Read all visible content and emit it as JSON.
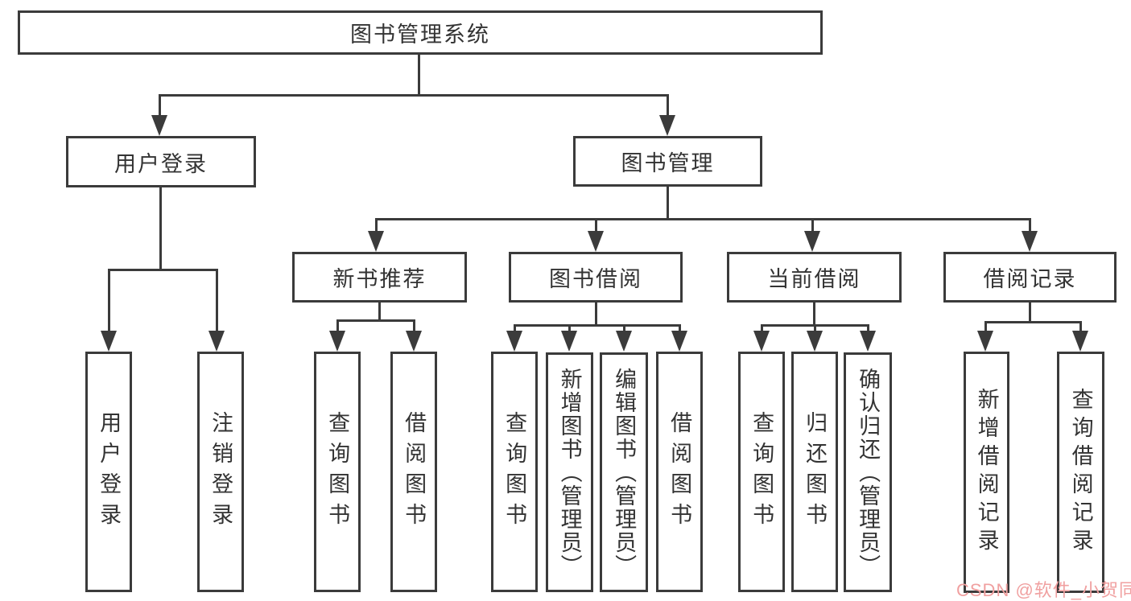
{
  "colors": {
    "line": "#3b3b3b",
    "text": "#333333",
    "watermark": "#f0a0a0",
    "background": "#ffffff"
  },
  "watermark": {
    "text": "CSDN @软件_小贺同学"
  },
  "tree": {
    "label": "图书管理系统",
    "children": [
      {
        "label": "用户登录",
        "children": [
          {
            "label": "用户登录"
          },
          {
            "label": "注销登录"
          }
        ]
      },
      {
        "label": "图书管理",
        "children": [
          {
            "label": "新书推荐",
            "children": [
              {
                "label": "查询图书"
              },
              {
                "label": "借阅图书"
              }
            ]
          },
          {
            "label": "图书借阅",
            "children": [
              {
                "label": "查询图书"
              },
              {
                "label": "新增图书（管理员）"
              },
              {
                "label": "编辑图书（管理员）"
              },
              {
                "label": "借阅图书"
              }
            ]
          },
          {
            "label": "当前借阅",
            "children": [
              {
                "label": "查询图书"
              },
              {
                "label": "归还图书"
              },
              {
                "label": "确认归还（管理员）"
              }
            ]
          },
          {
            "label": "借阅记录",
            "children": [
              {
                "label": "新增借阅记录"
              },
              {
                "label": "查询借阅记录"
              }
            ]
          }
        ]
      }
    ]
  }
}
